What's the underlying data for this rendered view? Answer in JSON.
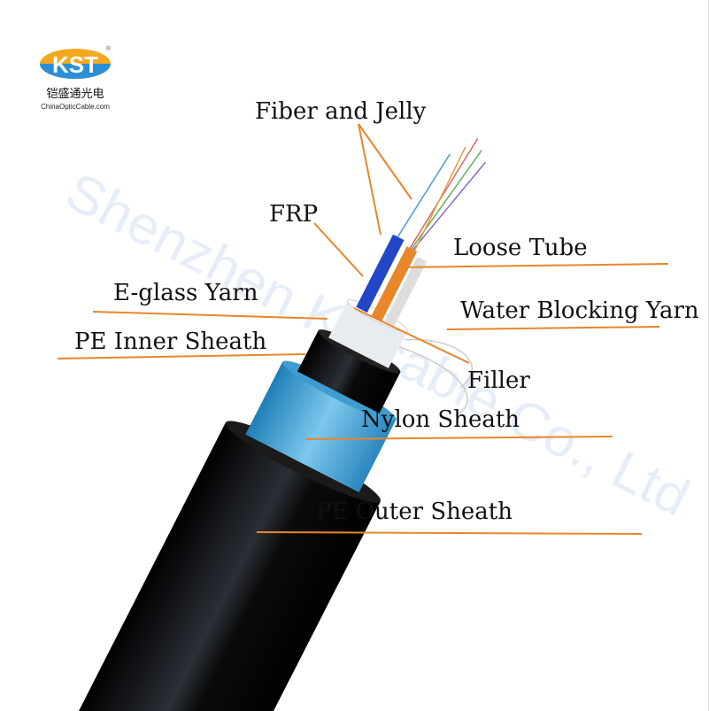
{
  "logo": {
    "mark": "KST",
    "chinese": "铠盛通光电",
    "site": "ChinaOpticCable.com",
    "registered": "®"
  },
  "watermark": "Shenzhen Kstcable Co., Ltd",
  "labels": {
    "fiber_jelly": "Fiber and Jelly",
    "frp": "FRP",
    "loose_tube": "Loose Tube",
    "eglass_yarn": "E-glass Yarn",
    "water_blocking_yarn": "Water Blocking Yarn",
    "pe_inner_sheath": "PE Inner Sheath",
    "filler": "Filler",
    "nylon_sheath": "Nylon Sheath",
    "pe_outer_sheath": "PE Outer Sheath"
  },
  "colors": {
    "leader": "#e8862a",
    "nylon": "#4fa9d9",
    "sheath": "#0d0d0d"
  }
}
